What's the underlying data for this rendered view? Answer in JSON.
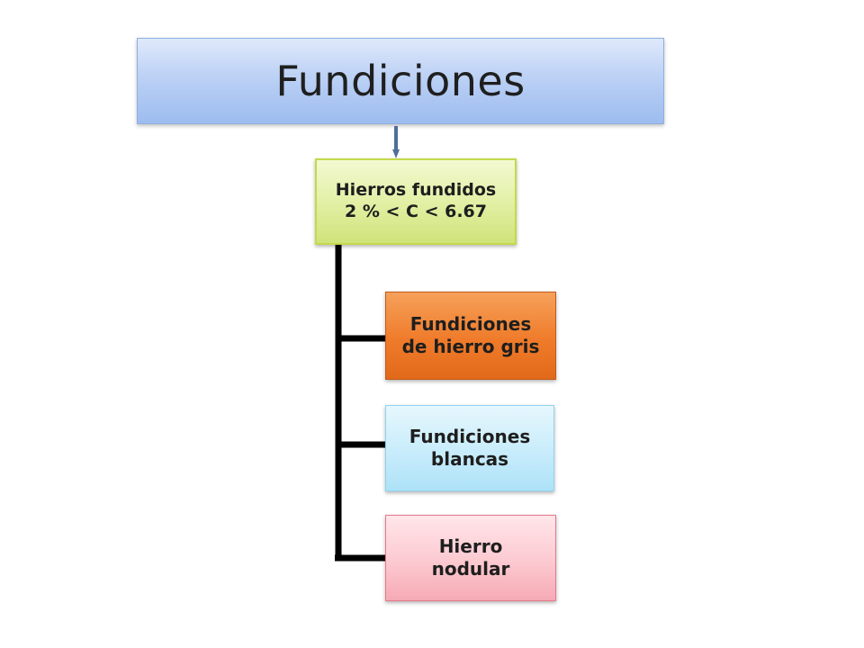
{
  "title": "Fundiciones",
  "root": {
    "line1": "Hierros fundidos",
    "line2": "2 % < C < 6.67"
  },
  "children": [
    {
      "line1": "Fundiciones",
      "line2": "de hierro gris"
    },
    {
      "line1": "Fundiciones",
      "line2": "blancas"
    },
    {
      "line1": "Hierro",
      "line2": "nodular"
    }
  ],
  "colors": {
    "title_fill": "#bcd1f5",
    "root_fill": "#e3f0a6",
    "gris_fill": "#ef7b2a",
    "blancas_fill": "#c8ecfb",
    "nodular_fill": "#fcc9d0",
    "connector": "#000000",
    "arrow": "#4f6f9a"
  }
}
